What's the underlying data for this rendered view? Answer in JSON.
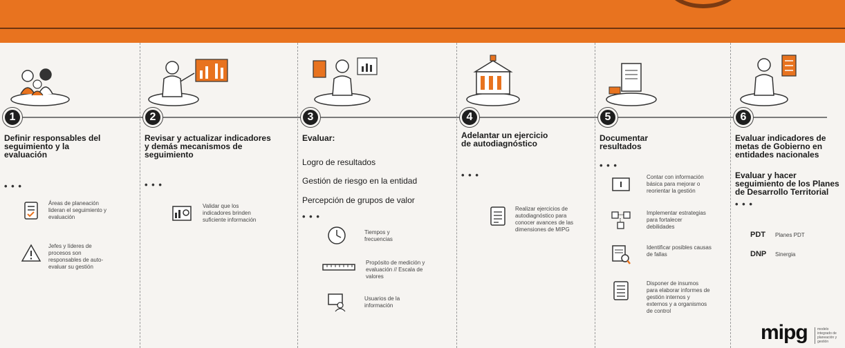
{
  "steps": [
    {
      "number": "1",
      "title": "Definir responsables del seguimiento y la evaluación",
      "dots": "• • •",
      "items": [
        {
          "icon": "checklist-icon",
          "text": "Áreas de planeación lideran el seguimiento y evaluación"
        },
        {
          "icon": "warning-hand-icon",
          "text": "Jefes y líderes de procesos son responsables de auto-evaluar su gestión"
        }
      ]
    },
    {
      "number": "2",
      "title": "Revisar y actualizar indicadores y demás mecanismos de seguimiento",
      "dots": "• • •",
      "items": [
        {
          "icon": "dashboard-icon",
          "text": "Validar que los indicadores brinden suficiente información"
        }
      ]
    },
    {
      "number": "3",
      "title": "Evaluar:",
      "subs": [
        "Logro de resultados",
        "Gestión de riesgo en la entidad",
        "Percepción de grupos de valor"
      ],
      "dots": "• • •",
      "items": [
        {
          "icon": "clock-icon",
          "text": "Tiempos y frecuencias"
        },
        {
          "icon": "ruler-icon",
          "text": "Propósito de medición y evaluación // Escala de valores"
        },
        {
          "icon": "users-screen-icon",
          "text": "Usuarios de la información"
        }
      ]
    },
    {
      "number": "4",
      "title": "Adelantar un ejercicio de autodiagnóstico",
      "dots": "• • •",
      "items": [
        {
          "icon": "form-icon",
          "text": "Realizar ejercicios de autodiagnóstico para conocer avances de las dimensiones de MIPG"
        }
      ]
    },
    {
      "number": "5",
      "title": "Documentar resultados",
      "dots": "• • •",
      "items": [
        {
          "icon": "info-board-icon",
          "text": "Contar con información básica para mejorar o reorientar la gestión"
        },
        {
          "icon": "flow-icon",
          "text": "Implementar estrategias para fortalecer debilidades"
        },
        {
          "icon": "magnifier-doc-icon",
          "text": "Identificar posibles causas de fallas"
        },
        {
          "icon": "document-lines-icon",
          "text": "Disponer de insumos para elaborar informes de gestión internos y externos y a organismos de control"
        }
      ]
    },
    {
      "number": "6",
      "title": "Evaluar indicadores de metas de Gobierno en entidades nacionales",
      "subtitle": "Evaluar y hacer seguimiento de los Planes de Desarrollo Territorial",
      "dots": "• • •",
      "abbrs": [
        {
          "k": "PDT",
          "v": "Planes PDT"
        },
        {
          "k": "DNP",
          "v": "Sinergia"
        }
      ]
    }
  ],
  "logo": {
    "text": "mipg",
    "sub": "modelo integrado de planeación y gestión"
  },
  "colors": {
    "band": "#e8731f",
    "band_dark": "#7a3a12",
    "accent": "#e8731f"
  }
}
